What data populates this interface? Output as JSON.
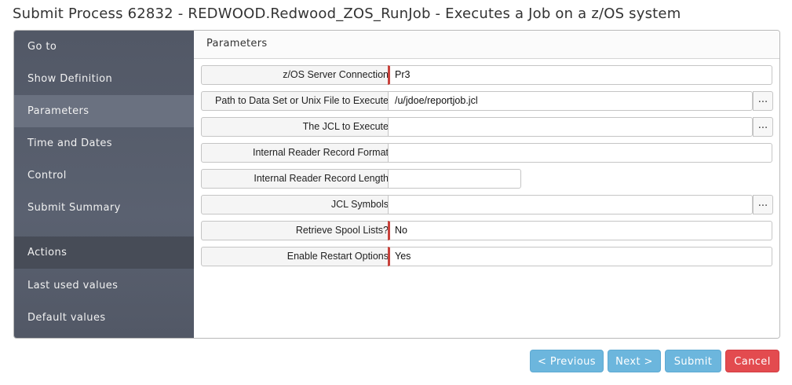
{
  "window": {
    "title": "Submit Process 62832 - REDWOOD.Redwood_ZOS_RunJob - Executes a Job on a z/OS system"
  },
  "sidebar": {
    "items": [
      {
        "label": "Go to"
      },
      {
        "label": "Show Definition"
      },
      {
        "label": "Parameters",
        "active": true
      },
      {
        "label": "Time and Dates"
      },
      {
        "label": "Control"
      },
      {
        "label": "Submit Summary"
      }
    ],
    "actions_header": "Actions",
    "actions": [
      {
        "label": "Last used values"
      },
      {
        "label": "Default values"
      }
    ]
  },
  "parameters": {
    "section_title": "Parameters",
    "fields": [
      {
        "label": "z/OS Server Connection",
        "value": "Pr3",
        "required": true
      },
      {
        "label": "Path to Data Set or Unix File to Execute",
        "value": "/u/jdoe/reportjob.jcl",
        "browse": "..."
      },
      {
        "label": "The JCL to Execute",
        "value": "",
        "browse": "..."
      },
      {
        "label": "Internal Reader Record Format",
        "value": ""
      },
      {
        "label": "Internal Reader Record Length",
        "value": ""
      },
      {
        "label": "JCL Symbols",
        "value": "",
        "browse": "..."
      },
      {
        "label": "Retrieve Spool Lists?",
        "value": "No",
        "required": true
      },
      {
        "label": "Enable Restart Options",
        "value": "Yes",
        "required": true
      }
    ]
  },
  "buttons": {
    "previous": "< Previous",
    "next": "Next >",
    "submit": "Submit",
    "cancel": "Cancel"
  },
  "colors": {
    "sidebar_bg": "#525866",
    "sidebar_active": "#6a7180",
    "required_marker": "#c8413b",
    "button_blue": "#6cb6dd",
    "button_red": "#e34b4f"
  }
}
